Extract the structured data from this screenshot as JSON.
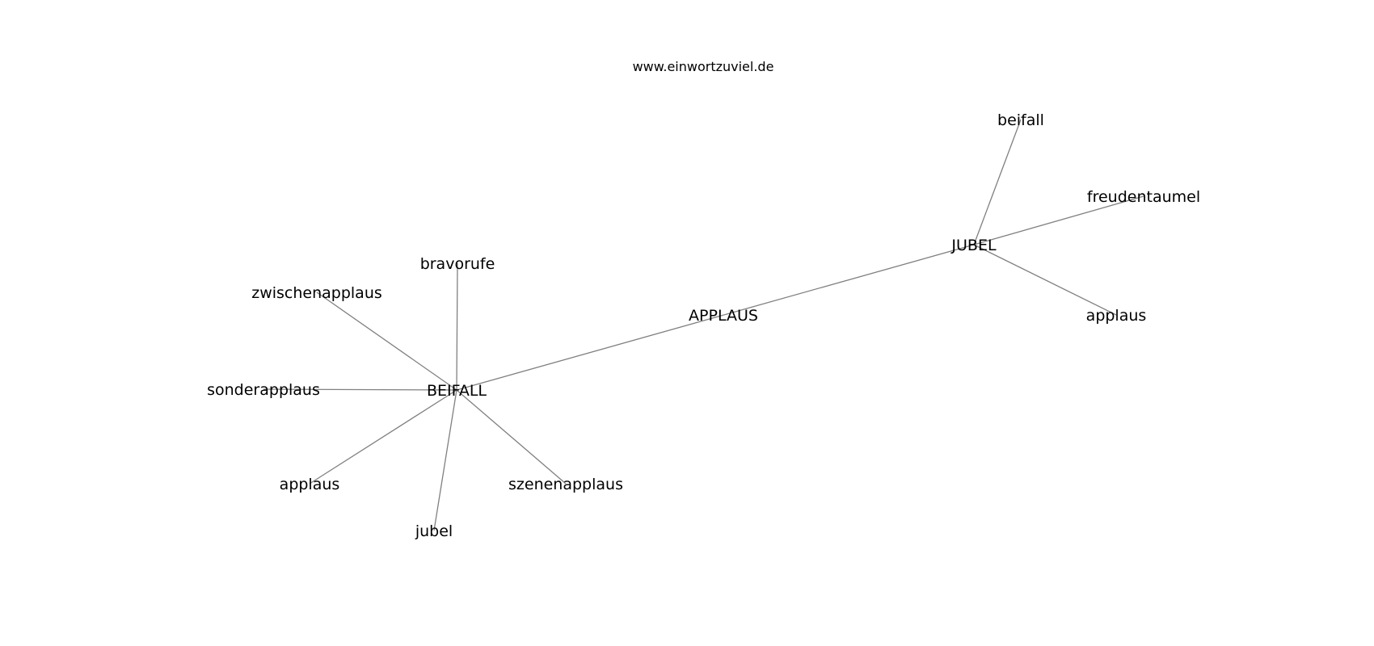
{
  "source": "www.einwortzuviel.de",
  "graph": {
    "nodes": [
      {
        "id": "APPLAUS",
        "label": "APPLAUS"
      },
      {
        "id": "BEIFALL",
        "label": "BEIFALL"
      },
      {
        "id": "JUBEL",
        "label": "JUBEL"
      },
      {
        "id": "bravorufe",
        "label": "bravorufe"
      },
      {
        "id": "zwischenapplaus",
        "label": "zwischenapplaus"
      },
      {
        "id": "sonderapplaus",
        "label": "sonderapplaus"
      },
      {
        "id": "applaus_b",
        "label": "applaus"
      },
      {
        "id": "jubel",
        "label": "jubel"
      },
      {
        "id": "szenenapplaus",
        "label": "szenenapplaus"
      },
      {
        "id": "beifall",
        "label": "beifall"
      },
      {
        "id": "freudentaumel",
        "label": "freudentaumel"
      },
      {
        "id": "applaus_j",
        "label": "applaus"
      }
    ],
    "edges": [
      {
        "from": "BEIFALL",
        "to": "JUBEL"
      },
      {
        "from": "BEIFALL",
        "to": "bravorufe"
      },
      {
        "from": "BEIFALL",
        "to": "zwischenapplaus"
      },
      {
        "from": "BEIFALL",
        "to": "sonderapplaus"
      },
      {
        "from": "BEIFALL",
        "to": "applaus_b"
      },
      {
        "from": "BEIFALL",
        "to": "jubel"
      },
      {
        "from": "BEIFALL",
        "to": "szenenapplaus"
      },
      {
        "from": "JUBEL",
        "to": "beifall"
      },
      {
        "from": "JUBEL",
        "to": "freudentaumel"
      },
      {
        "from": "JUBEL",
        "to": "applaus_j"
      }
    ]
  }
}
